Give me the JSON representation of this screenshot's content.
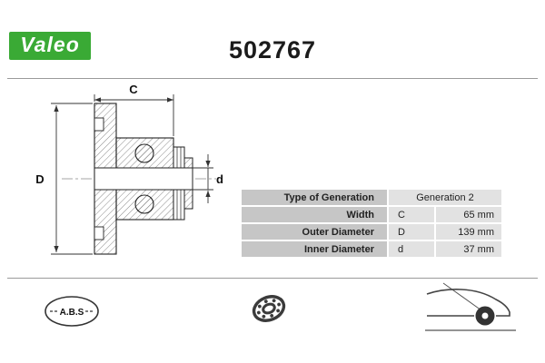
{
  "colors": {
    "brand_green": "#3aaa35",
    "table_label_bg": "#c6c6c6",
    "table_value_bg": "#e2e2e2"
  },
  "header": {
    "brand": "Valeo",
    "part_number": "502767"
  },
  "drawing": {
    "width_label": "C",
    "outer_diameter_label": "D",
    "inner_diameter_label": "d"
  },
  "table": {
    "rows": [
      {
        "label": "Type of Generation",
        "symbol": "",
        "value": "Generation 2"
      },
      {
        "label": "Width",
        "symbol": "C",
        "value": "65 mm"
      },
      {
        "label": "Outer Diameter",
        "symbol": "D",
        "value": "139 mm"
      },
      {
        "label": "Inner Diameter",
        "symbol": "d",
        "value": "37 mm"
      }
    ]
  },
  "footer": {
    "abs_label": "A.B.S"
  }
}
